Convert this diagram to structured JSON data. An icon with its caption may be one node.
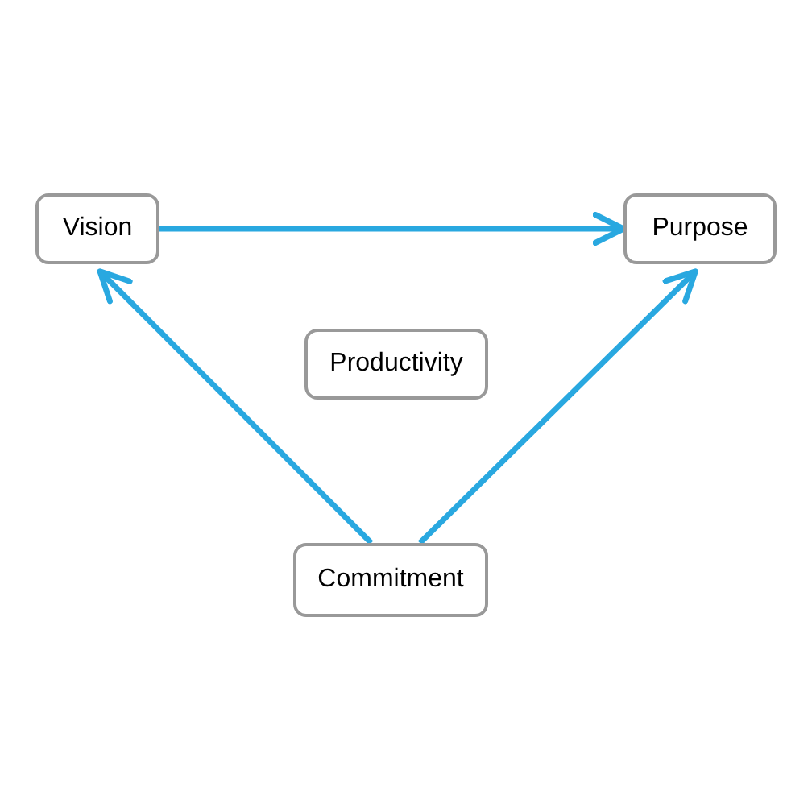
{
  "diagram": {
    "nodes": [
      {
        "text": [
          "Vision"
        ]
      },
      {
        "text": [
          "Purpose"
        ]
      },
      {
        "text": [
          "Productivity"
        ]
      },
      {
        "text": [
          "Commitment"
        ]
      }
    ],
    "edges": [
      {
        "from": 0,
        "to": 1,
        "arrow": "to"
      },
      {
        "from": 3,
        "to": 0,
        "arrow": "to"
      },
      {
        "from": 3,
        "to": 1,
        "arrow": "to"
      }
    ]
  }
}
